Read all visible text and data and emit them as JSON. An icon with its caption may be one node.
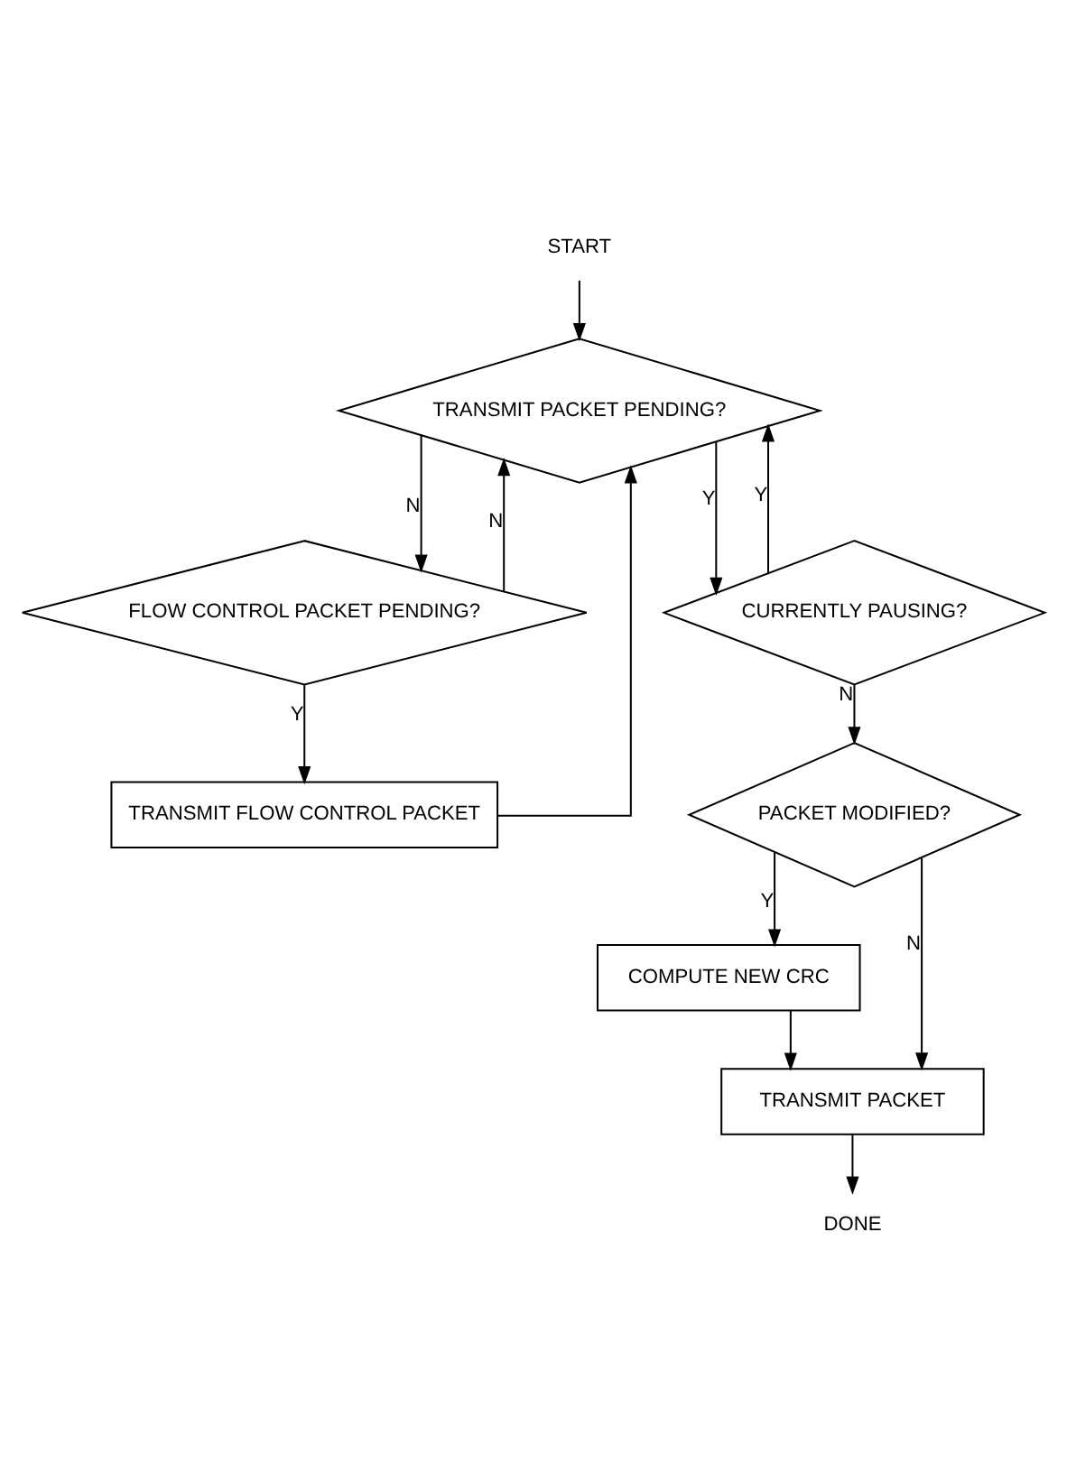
{
  "diagram": {
    "nodes": [
      {
        "text": [
          "START"
        ]
      },
      {
        "text": [
          "TRANSMIT PACKET PENDING?"
        ]
      },
      {
        "text": [
          "FLOW CONTROL PACKET PENDING?"
        ]
      },
      {
        "text": [
          "CURRENTLY PAUSING?"
        ]
      },
      {
        "text": [
          "TRANSMIT FLOW CONTROL PACKET"
        ]
      },
      {
        "text": [
          "PACKET MODIFIED?"
        ]
      },
      {
        "text": [
          "COMPUTE NEW CRC"
        ]
      },
      {
        "text": [
          "TRANSMIT PACKET"
        ]
      },
      {
        "text": [
          "DONE"
        ]
      }
    ],
    "edges": [
      {
        "from": 0,
        "to": 1,
        "arrow": "to"
      },
      {
        "from": 1,
        "to": 2,
        "label": "N",
        "arrow": "to"
      },
      {
        "from": 1,
        "to": 3,
        "label": "Y",
        "arrow": "to"
      },
      {
        "from": 2,
        "to": 1,
        "label": "N",
        "arrow": "to"
      },
      {
        "from": 3,
        "to": 1,
        "label": "Y",
        "arrow": "to"
      },
      {
        "from": 2,
        "to": 4,
        "label": "Y",
        "arrow": "to"
      },
      {
        "from": 4,
        "to": 1,
        "arrow": "to"
      },
      {
        "from": 3,
        "to": 5,
        "label": "N",
        "arrow": "to"
      },
      {
        "from": 5,
        "to": 6,
        "label": "Y",
        "arrow": "to"
      },
      {
        "from": 5,
        "to": 7,
        "label": "N",
        "arrow": "to"
      },
      {
        "from": 6,
        "to": 7,
        "arrow": "to"
      },
      {
        "from": 7,
        "to": 8,
        "arrow": "to"
      }
    ]
  }
}
